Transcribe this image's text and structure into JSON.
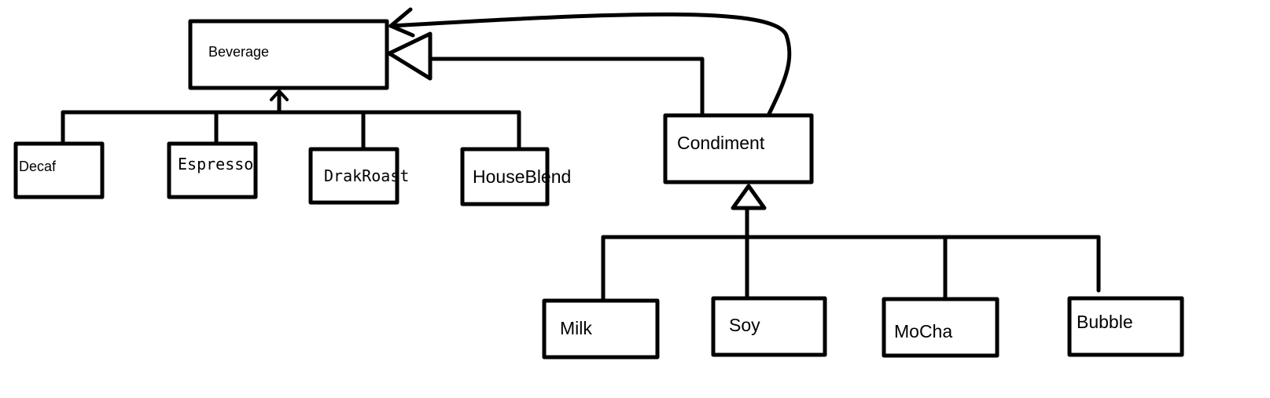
{
  "diagram": {
    "ink_color": "#000000",
    "background": "#ffffff",
    "nodes": {
      "beverage": {
        "label": "Beverage"
      },
      "decaf": {
        "label": "Decaf"
      },
      "espresso": {
        "label": "Espresso"
      },
      "darkroast": {
        "label": "DrakRoast"
      },
      "houseblend": {
        "label": "HouseBlend"
      },
      "condiment": {
        "label": "Condiment"
      },
      "milk": {
        "label": "Milk"
      },
      "soy": {
        "label": "Soy"
      },
      "mocha": {
        "label": "MoCha"
      },
      "bubble": {
        "label": "Bubble"
      }
    },
    "relations": [
      {
        "type": "inheritance",
        "parent": "Beverage",
        "children": [
          "Decaf",
          "Espresso",
          "DrakRoast",
          "HouseBlend"
        ]
      },
      {
        "type": "inheritance",
        "parent": "Beverage",
        "children": [
          "Condiment"
        ]
      },
      {
        "type": "association",
        "from": "Condiment",
        "to": "Beverage"
      },
      {
        "type": "inheritance",
        "parent": "Condiment",
        "children": [
          "Milk",
          "Soy",
          "MoCha",
          "Bubble"
        ]
      }
    ]
  }
}
